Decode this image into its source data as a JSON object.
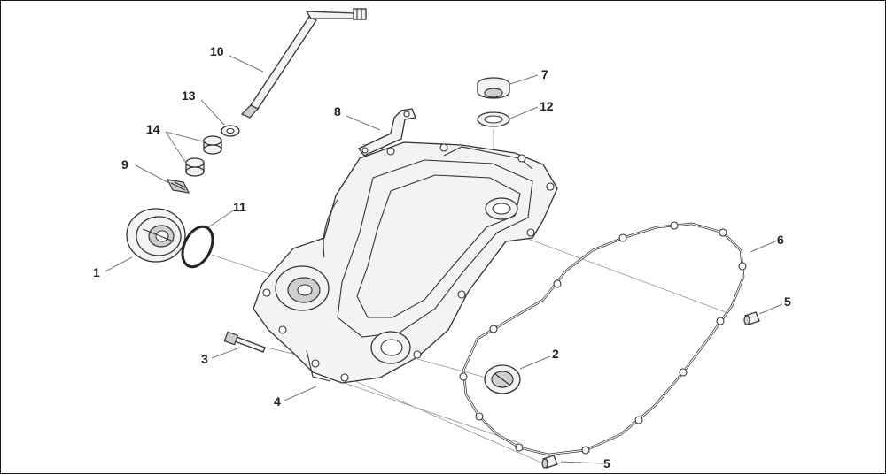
{
  "diagram": {
    "callouts": [
      {
        "id": "c1",
        "label": "1"
      },
      {
        "id": "c2",
        "label": "2"
      },
      {
        "id": "c3",
        "label": "3"
      },
      {
        "id": "c4",
        "label": "4"
      },
      {
        "id": "c5a",
        "label": "5"
      },
      {
        "id": "c5b",
        "label": "5"
      },
      {
        "id": "c6",
        "label": "6"
      },
      {
        "id": "c7",
        "label": "7"
      },
      {
        "id": "c8",
        "label": "8"
      },
      {
        "id": "c9",
        "label": "9"
      },
      {
        "id": "c10",
        "label": "10"
      },
      {
        "id": "c11",
        "label": "11"
      },
      {
        "id": "c12",
        "label": "12"
      },
      {
        "id": "c13",
        "label": "13"
      },
      {
        "id": "c14",
        "label": "14"
      }
    ],
    "colors": {
      "line": "#333333",
      "fill": "#f3f3f3",
      "frame": "#1a1a1a"
    }
  }
}
